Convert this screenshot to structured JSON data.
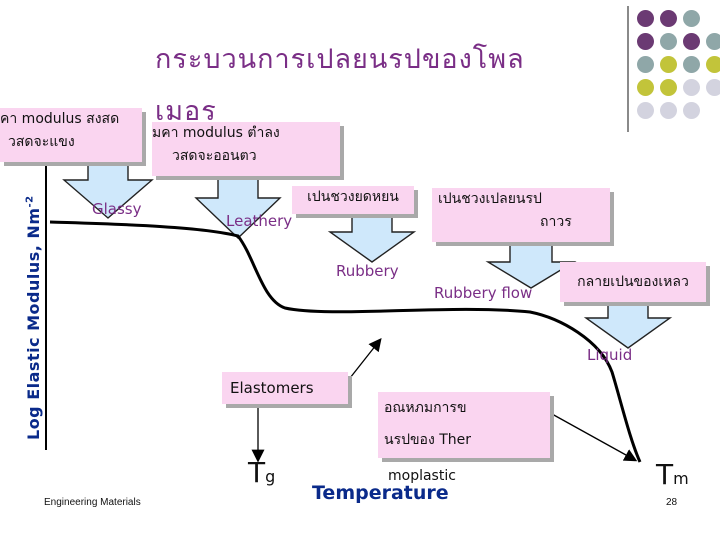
{
  "title": {
    "line1": "กระบวนการเปลยนรปของโพล",
    "line2": "เมอร"
  },
  "y_axis_label": {
    "text": "Log Elastic Modulus, Nm",
    "sup": "-2"
  },
  "x_axis_label": "Temperature",
  "tg": {
    "main": "T",
    "sub": "g"
  },
  "tm": {
    "main": "T",
    "sub": "m"
  },
  "callouts": {
    "high_modulus": {
      "line1": "คา      modulus สงสด",
      "line2": "วสดจะแขง"
    },
    "low_modulus": {
      "line1": "มคา       modulus ตำลง",
      "line2": "วสดจะออนตว"
    },
    "transition": {
      "line1": "เปนชวงยดหยน"
    },
    "rubbery_region": {
      "line1": "เปนชวงเปลยนรป",
      "line2": "ถาวร"
    },
    "liquid_change": {
      "line1": "กลายเปนของเหลว"
    },
    "thermoplastic": {
      "line1": "อณหภมการข",
      "line2": "นรปของ        Ther",
      "line3": "moplastic"
    }
  },
  "region_labels": {
    "glassy": "Glassy",
    "leathery": "Leathery",
    "rubbery": "Rubbery",
    "rubbery_flow": "Rubbery flow",
    "liquid": "Liquid",
    "elastomers": "Elastomers"
  },
  "footer": {
    "source": "Engineering Materials",
    "page": "28"
  },
  "colors": {
    "title": "#7a2e86",
    "callout_fill": "#fad5f0",
    "arrow_fill": "#cfe8fb",
    "axis_label": "#0a2a8a",
    "dot_purple": "#6b3a73",
    "dot_teal": "#8fa7a8",
    "dot_olive": "#c2c43a",
    "dot_gray": "#d3d3df"
  }
}
